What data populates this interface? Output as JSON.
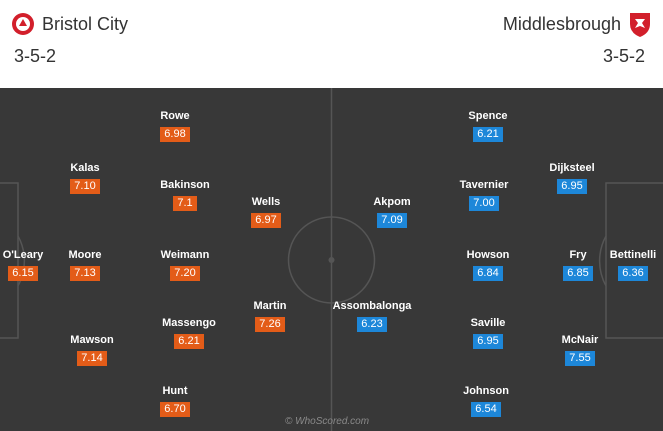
{
  "home": {
    "name": "Bristol City",
    "formation": "3-5-2",
    "crest_color": "#d21f2b",
    "players": [
      {
        "name": "O'Leary",
        "rating": "6.15"
      },
      {
        "name": "Kalas",
        "rating": "7.10"
      },
      {
        "name": "Moore",
        "rating": "7.13"
      },
      {
        "name": "Mawson",
        "rating": "7.14"
      },
      {
        "name": "Rowe",
        "rating": "6.98"
      },
      {
        "name": "Bakinson",
        "rating": "7.1"
      },
      {
        "name": "Weimann",
        "rating": "7.20"
      },
      {
        "name": "Massengo",
        "rating": "6.21"
      },
      {
        "name": "Hunt",
        "rating": "6.70"
      },
      {
        "name": "Wells",
        "rating": "6.97"
      },
      {
        "name": "Martin",
        "rating": "7.26"
      }
    ]
  },
  "away": {
    "name": "Middlesbrough",
    "formation": "3-5-2",
    "crest_color": "#d21f2b",
    "players": [
      {
        "name": "Bettinelli",
        "rating": "6.36"
      },
      {
        "name": "Dijksteel",
        "rating": "6.95"
      },
      {
        "name": "Fry",
        "rating": "6.85"
      },
      {
        "name": "McNair",
        "rating": "7.55"
      },
      {
        "name": "Spence",
        "rating": "6.21"
      },
      {
        "name": "Tavernier",
        "rating": "7.00"
      },
      {
        "name": "Howson",
        "rating": "6.84"
      },
      {
        "name": "Saville",
        "rating": "6.95"
      },
      {
        "name": "Johnson",
        "rating": "6.54"
      },
      {
        "name": "Akpom",
        "rating": "7.09"
      },
      {
        "name": "Assombalonga",
        "rating": "6.23"
      }
    ]
  },
  "watermark": "© WhoScored.com",
  "colors": {
    "pitch": "#383838",
    "home_rating": "#e35c18",
    "away_rating": "#1d87d9"
  }
}
